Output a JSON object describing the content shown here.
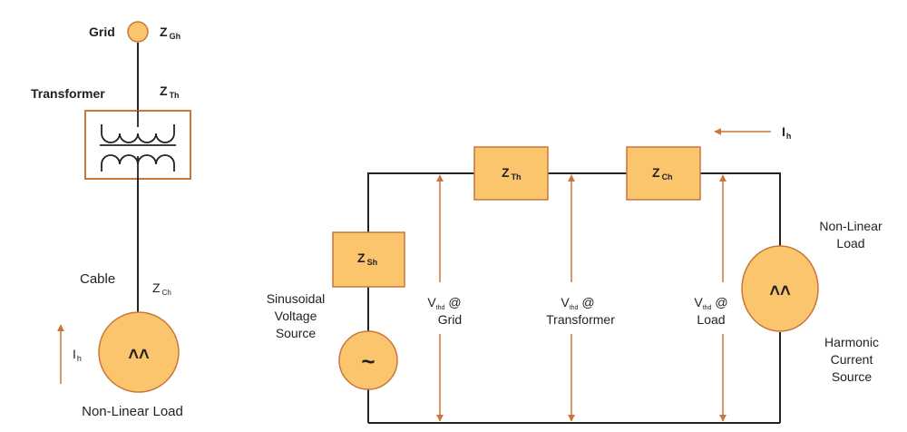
{
  "colors": {
    "box_fill": "#FBC56D",
    "box_stroke": "#C8763A",
    "arrow": "#C8763A",
    "wire": "#222222"
  },
  "left": {
    "grid_label": "Grid",
    "z_gh": {
      "main": "Z",
      "sub": "Gh"
    },
    "transformer_label": "Transformer",
    "z_th": {
      "main": "Z",
      "sub": "Th"
    },
    "cable_label": "Cable",
    "z_ch": {
      "main": "Z",
      "sub": "Ch"
    },
    "current": {
      "main": "I",
      "sub": "h"
    },
    "load_label": "Non-Linear Load",
    "source_symbol": "˄˄"
  },
  "right": {
    "current": {
      "main": "I",
      "sub": "h"
    },
    "z_sh": {
      "main": "Z",
      "sub": "Sh"
    },
    "z_th": {
      "main": "Z",
      "sub": "Th"
    },
    "z_ch": {
      "main": "Z",
      "sub": "Ch"
    },
    "source_label": [
      "Sinusoidal",
      "Voltage",
      "Source"
    ],
    "ac_symbol": "~",
    "load_label": [
      "Non-Linear",
      "Load"
    ],
    "harmonic_label": [
      "Harmonic",
      "Current",
      "Source"
    ],
    "source_symbol": "˄˄",
    "vthd": [
      {
        "main": "V",
        "sub": "thd",
        "at": "@",
        "location": "Grid"
      },
      {
        "main": "V",
        "sub": "thd",
        "at": "@",
        "location": "Transformer"
      },
      {
        "main": "V",
        "sub": "thd",
        "at": "@",
        "location": "Load"
      }
    ]
  }
}
